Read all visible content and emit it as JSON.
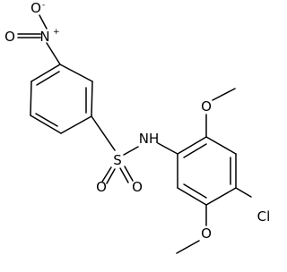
{
  "molecule": {
    "atoms": {
      "nitro_o_minus": "O",
      "nitro_o_minus_charge": "-",
      "nitro_n": "N",
      "nitro_n_charge": "+",
      "nitro_o_double": "O",
      "sulfonyl_s": "S",
      "sulfonyl_o1": "O",
      "sulfonyl_o2": "O",
      "amide_nh": "NH",
      "chloro": "Cl",
      "methoxy_top_o": "O",
      "methoxy_bottom_o": "O"
    },
    "bond_color": "#000000",
    "background": "#ffffff"
  }
}
